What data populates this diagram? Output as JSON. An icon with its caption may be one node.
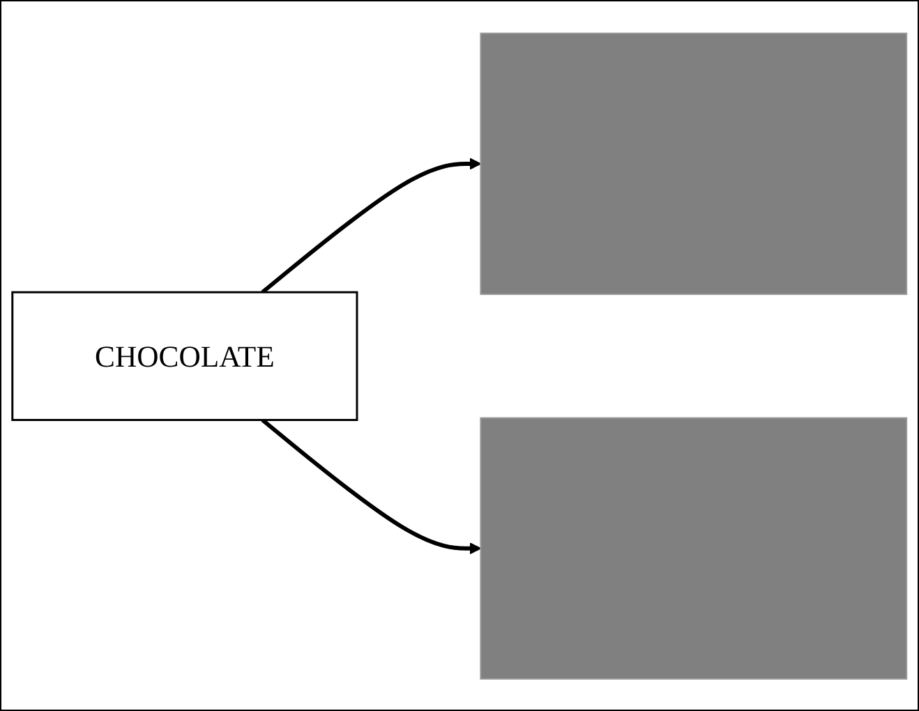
{
  "diagram": {
    "nodes": [
      {
        "text": [
          "CHOCOLATE"
        ]
      },
      {
        "text": [],
        "shape": "box"
      },
      {
        "text": [],
        "shape": "box"
      }
    ],
    "edges": [
      {
        "from": 0,
        "to": 1,
        "arrow": "to"
      },
      {
        "from": 0,
        "to": 2,
        "arrow": "to"
      }
    ]
  }
}
